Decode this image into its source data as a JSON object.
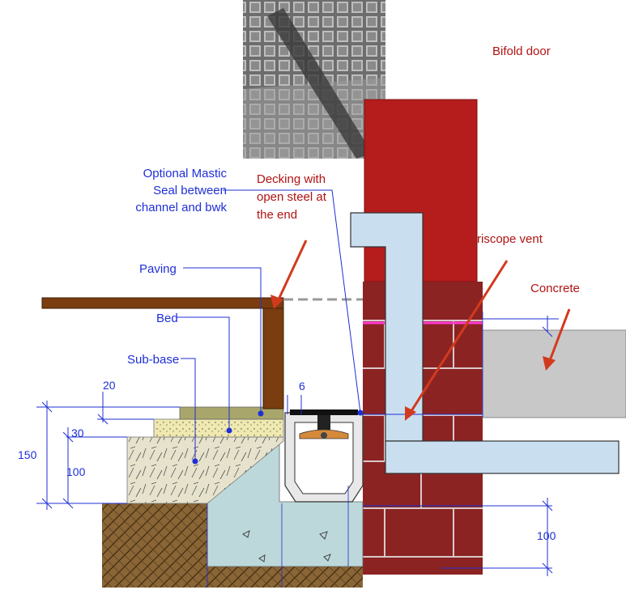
{
  "labels": {
    "bifold_door": "Bifold door",
    "optional_mastic": [
      "Optional Mastic",
      "Seal between",
      "channel and bwk"
    ],
    "decking": [
      "Decking with",
      "open steel at",
      "the end"
    ],
    "periscope_vent": "riscope vent",
    "concrete": "Concrete",
    "paving": "Paving",
    "bed": "Bed",
    "sub_base": "Sub-base"
  },
  "dimensions": {
    "d20": "20",
    "d30": "30",
    "d150": "150",
    "d100_left": "100",
    "d6": "6",
    "d100_right": "100"
  },
  "colors": {
    "annotation_blue": "#1f2fd6",
    "annotation_red": "#b01212",
    "brick": "#8b2323",
    "door_red": "#b51c1c",
    "vent": "#c9dff0",
    "concrete_slab": "#c8c8c8",
    "decking": "#7a3d10",
    "foundation_concrete": "#bcd8da",
    "soil": "#8a6535"
  }
}
